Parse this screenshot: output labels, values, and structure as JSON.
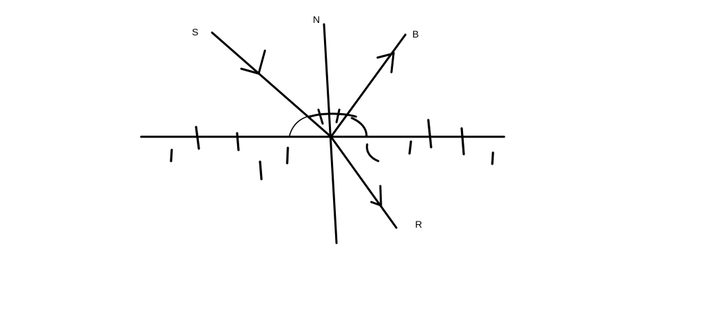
{
  "labels": {
    "incident_start": "S",
    "normal": "N",
    "reflected_end": "B",
    "refracted_end": "R"
  },
  "colors": {
    "ink": "#000000",
    "background": "#ffffff"
  }
}
